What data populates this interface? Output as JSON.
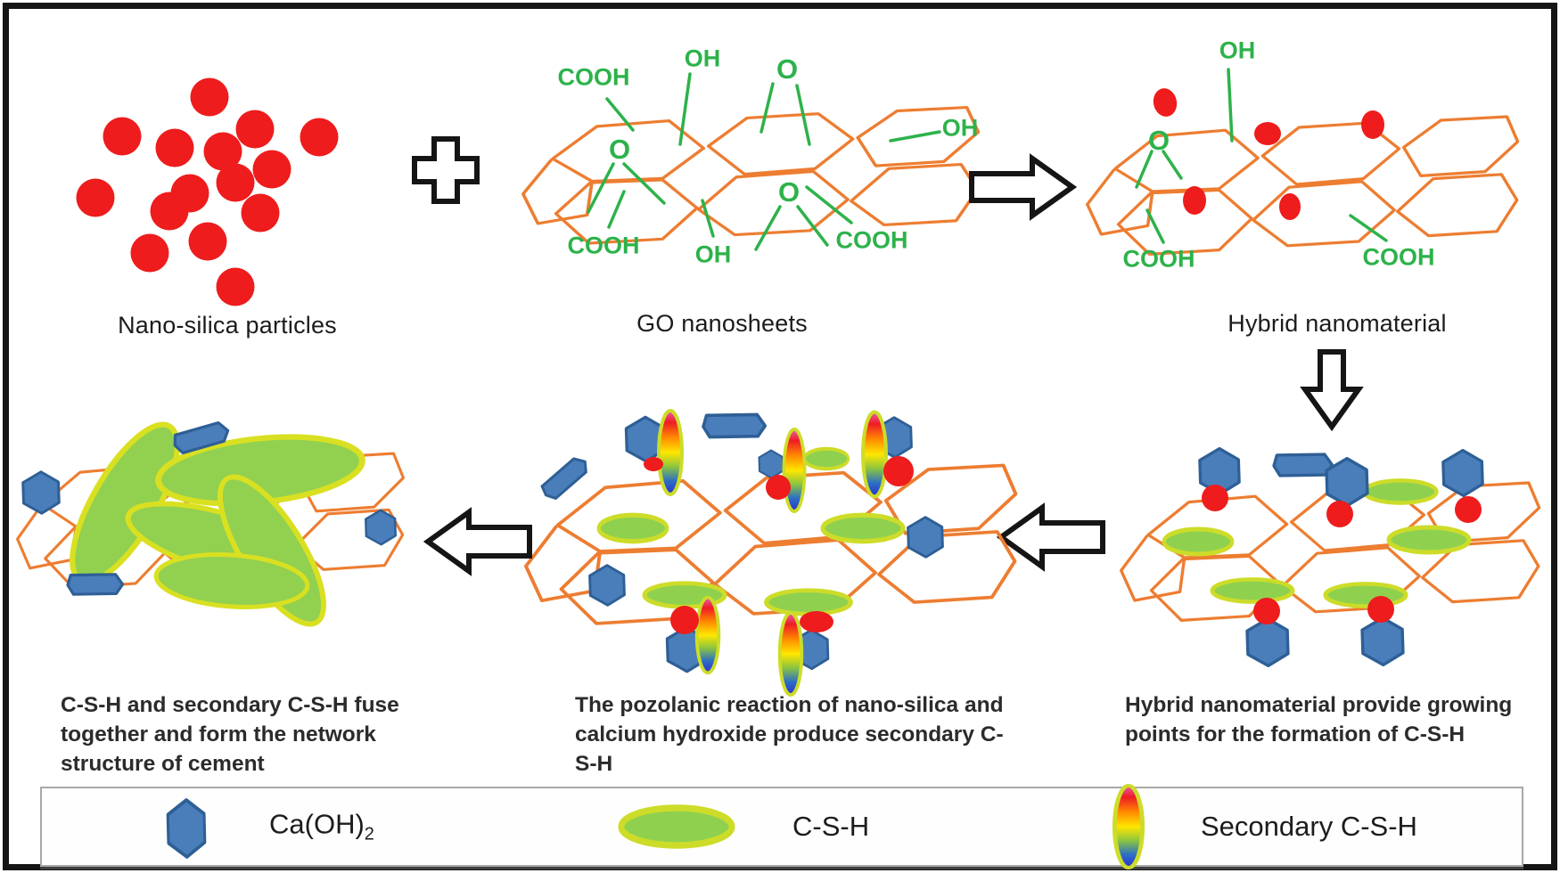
{
  "figure": {
    "title_implicit": "Mechanism of GO / nano-silica hybrid nanomaterial in cement hydration"
  },
  "colors": {
    "red_particle": "#ee1c1c",
    "orange_mesh": "#ed7d31",
    "green_chem": "#2db24a",
    "blue_hexagon_fill": "#4a7ebb",
    "blue_hexagon_stroke": "#2e5f96",
    "csh_fill": "#8fd14f",
    "csh_border": "#cddc29",
    "outline_black": "#151515"
  },
  "top_row": {
    "nano_silica_label": "Nano-silica particles",
    "go_label": "GO nanosheets",
    "hybrid_label": "Hybrid nanomaterial"
  },
  "groups": {
    "cooh": "COOH",
    "oh": "OH",
    "o": "O"
  },
  "captions": {
    "network": "C-S-H and secondary C-S-H fuse together and form the network structure of cement",
    "pozolanic": "The pozolanic reaction of nano-silica and calcium hydroxide produce secondary C-S-H",
    "growing": "Hybrid nanomaterial provide growing points for the formation of C-S-H"
  },
  "legend": {
    "caoh_label": "Ca(OH)",
    "caoh_subscript": "2",
    "csh_label": "C-S-H",
    "secondary_csh_label": "Secondary C-S-H"
  }
}
